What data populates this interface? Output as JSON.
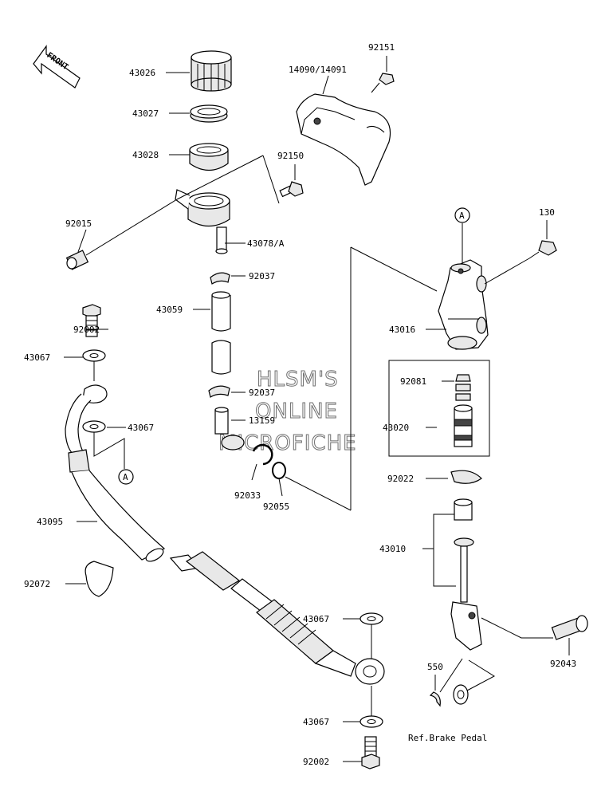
{
  "watermark": {
    "line1": "HLSM'S",
    "line2": "ONLINE",
    "line3": "MICROFICHE"
  },
  "front_arrow_text": "FRONT",
  "ref_marker": "A",
  "reference_note": "Ref.Brake Pedal",
  "part_labels": [
    {
      "id": "43026",
      "text": "43026"
    },
    {
      "id": "43027",
      "text": "43027"
    },
    {
      "id": "43028",
      "text": "43028"
    },
    {
      "id": "92015",
      "text": "92015"
    },
    {
      "id": "43078a",
      "text": "43078/A"
    },
    {
      "id": "92037a",
      "text": "92037"
    },
    {
      "id": "43059",
      "text": "43059"
    },
    {
      "id": "92037b",
      "text": "92037"
    },
    {
      "id": "13159",
      "text": "13159"
    },
    {
      "id": "92033",
      "text": "92033"
    },
    {
      "id": "92055",
      "text": "92055"
    },
    {
      "id": "92151",
      "text": "92151"
    },
    {
      "id": "1409x",
      "text": "14090/14091"
    },
    {
      "id": "92150",
      "text": "92150"
    },
    {
      "id": "130",
      "text": "130"
    },
    {
      "id": "43016",
      "text": "43016"
    },
    {
      "id": "92081",
      "text": "92081"
    },
    {
      "id": "43020",
      "text": "43020"
    },
    {
      "id": "92022",
      "text": "92022"
    },
    {
      "id": "43010",
      "text": "43010"
    },
    {
      "id": "92043",
      "text": "92043"
    },
    {
      "id": "550",
      "text": "550"
    },
    {
      "id": "92002a",
      "text": "92002"
    },
    {
      "id": "43067a",
      "text": "43067"
    },
    {
      "id": "43067b",
      "text": "43067"
    },
    {
      "id": "43095",
      "text": "43095"
    },
    {
      "id": "92072",
      "text": "92072"
    },
    {
      "id": "43067c",
      "text": "43067"
    },
    {
      "id": "43067d",
      "text": "43067"
    },
    {
      "id": "92002b",
      "text": "92002"
    }
  ]
}
